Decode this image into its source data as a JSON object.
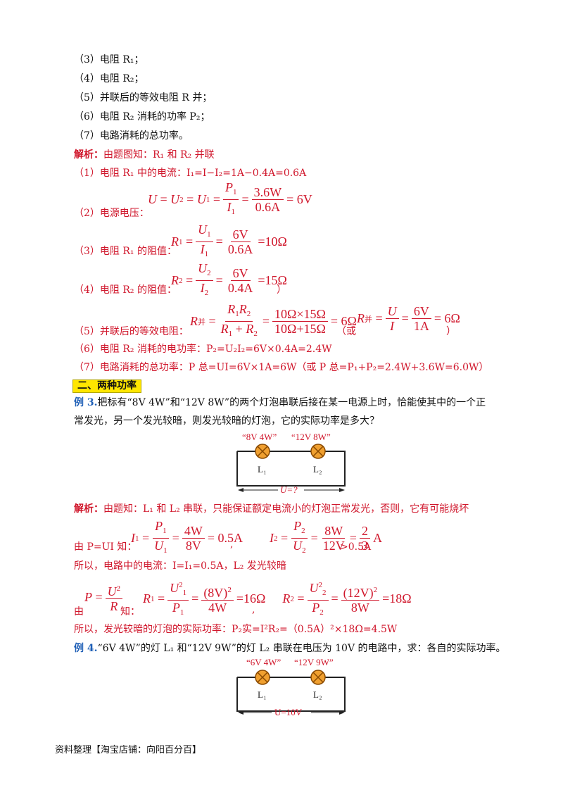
{
  "questions": [
    "（3）电阻 R₁；",
    "（4）电阻 R₂；",
    "（5）并联后的等效电阻 R 并；",
    "（6）电阻 R₂ 消耗的功率 P₂；",
    "（7）电路消耗的总功率。"
  ],
  "analysis1": {
    "label": "解析：",
    "intro": "由题图知：R₁ 和 R₂ 并联",
    "step1": "（1）电阻 R₁ 中的电流：I₁=I−I₂=1A−0.4A=0.6A",
    "step2_label": "（2）电源电压：",
    "step3_label": "（3）电阻 R₁ 的阻值：",
    "step4_label": "（4）电阻 R₂ 的阻值：",
    "step4_tail": "）",
    "step5_label": "（5）并联后的等效电阻：",
    "step5_or": "（或",
    "step5_tail": "）",
    "step6": "（6）电阻 R₂ 消耗的电功率：P₂=U₂I₂=6V×0.4A=2.4W",
    "step7": "（7）电路消耗的总功率：P 总=UI=6V×1A=6W（或 P 总=P₁+P₂=2.4W+3.6W=6.0W）"
  },
  "section2": {
    "title": "二、两种功率"
  },
  "example3": {
    "label": "例 3.",
    "text_line1": "把标有“8V 4W”和“12V 8W”的两个灯泡串联后接在某一电源上时，恰能使其中的一个正",
    "text_line2": "常发光，另一个发光较暗，则发光较暗的灯泡，它的实际功率是多大？",
    "circuit": {
      "label_l1": "“8V 4W”",
      "label_l2": "“12V 8W”",
      "lamp1": "L₁",
      "lamp2": "L₂",
      "voltage": "U=?"
    }
  },
  "analysis3": {
    "label": "解析：",
    "intro": "由题知：L₁ 和 L₂ 串联，只能保证额定电流小的灯泡正常发光，否则，它有可能烧坏",
    "from_pui": "由 P=UI 知：",
    "gt": ">0.5A",
    "current_line": "所以，电路中的电流：I=I₁=0.5A，L₂ 发光较暗",
    "from_pu2r_a": "由",
    "from_pu2r_b": "知：",
    "result_line": "所以，发光较暗的灯泡的实际功率：P₂实=I²R₂=（0.5A）²×18Ω=4.5W"
  },
  "example4": {
    "label": "例 4.",
    "text": "“6V 4W”的灯 L₁ 和“12V 9W”的灯 L₂ 串联在电压为 10V 的电路中，求：各自的实际功率。",
    "circuit": {
      "label_l1": "“6V 4W”",
      "label_l2": "“12V 9W”",
      "lamp1": "L₁",
      "lamp2": "L₂",
      "voltage": "U=10V"
    }
  },
  "footer": "资料整理【淘宝店铺：向阳百分百】",
  "colors": {
    "answer": "#d0162b",
    "example": "#1f5fb6",
    "lamp": "#f0a030",
    "badge": "#ffe600"
  }
}
